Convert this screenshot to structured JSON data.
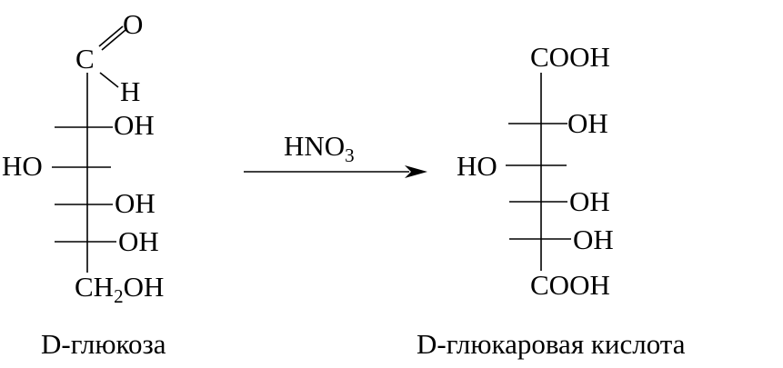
{
  "glucose": {
    "aldehyde": {
      "carbon": "C",
      "oxygen": "O",
      "hydrogen": "H"
    },
    "oh_labels": [
      "OH",
      "OH",
      "OH"
    ],
    "ho_label": "HO",
    "bottom": {
      "a": "CH",
      "sub": "2",
      "b": "OH"
    },
    "caption": "D-глюкоза"
  },
  "reagent": {
    "base": "HNO",
    "sub": "3"
  },
  "acid": {
    "top": "COOH",
    "bottom": "COOH",
    "oh_labels": [
      "OH",
      "OH",
      "OH"
    ],
    "ho_label": "HO",
    "caption": "D-глюкаровая кислота"
  }
}
